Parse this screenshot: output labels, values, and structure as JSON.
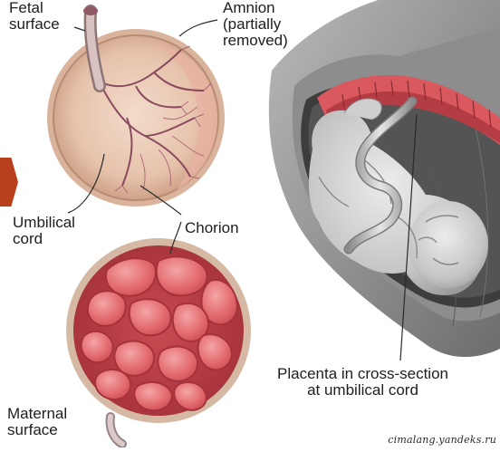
{
  "labels": {
    "fetal_surface": [
      "Fetal",
      "surface"
    ],
    "amnion": [
      "Amnion",
      "(partially",
      "removed)"
    ],
    "umbilical_cord": [
      "Umbilical",
      "cord"
    ],
    "chorion": "Chorion",
    "maternal_surface": [
      "Maternal",
      "surface"
    ],
    "placenta_cross_section": [
      "Placenta in cross-section",
      "at umbilical cord"
    ]
  },
  "watermark": "cimalang.yandeks.ru",
  "colors": {
    "nav_arrow": "#b8401c",
    "placenta_red": "#d96a6a",
    "lobe_red": "#e46a6c",
    "fetus_gray": "#c9c9c9",
    "uterus_gray": "#8a8a8a"
  }
}
